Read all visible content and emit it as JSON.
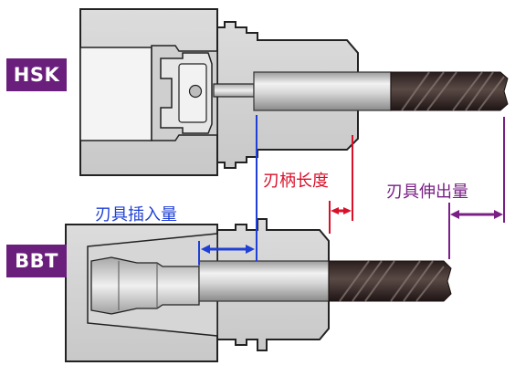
{
  "labels": {
    "hsk": "HSK",
    "bbt": "BBT",
    "insertion_depth": "刃具插入量",
    "shank_length": "刃柄长度",
    "tool_overhang": "刃具伸出量"
  },
  "colors": {
    "badge": "#6a1f7c",
    "insertion_depth": "#1f3fd6",
    "shank_length": "#d8102a",
    "tool_overhang": "#7a1f86",
    "holder_body": "#d4d4d4",
    "holder_outline": "#222222",
    "cutter": "#3a2e2c",
    "shank": "#bfbfbf"
  }
}
